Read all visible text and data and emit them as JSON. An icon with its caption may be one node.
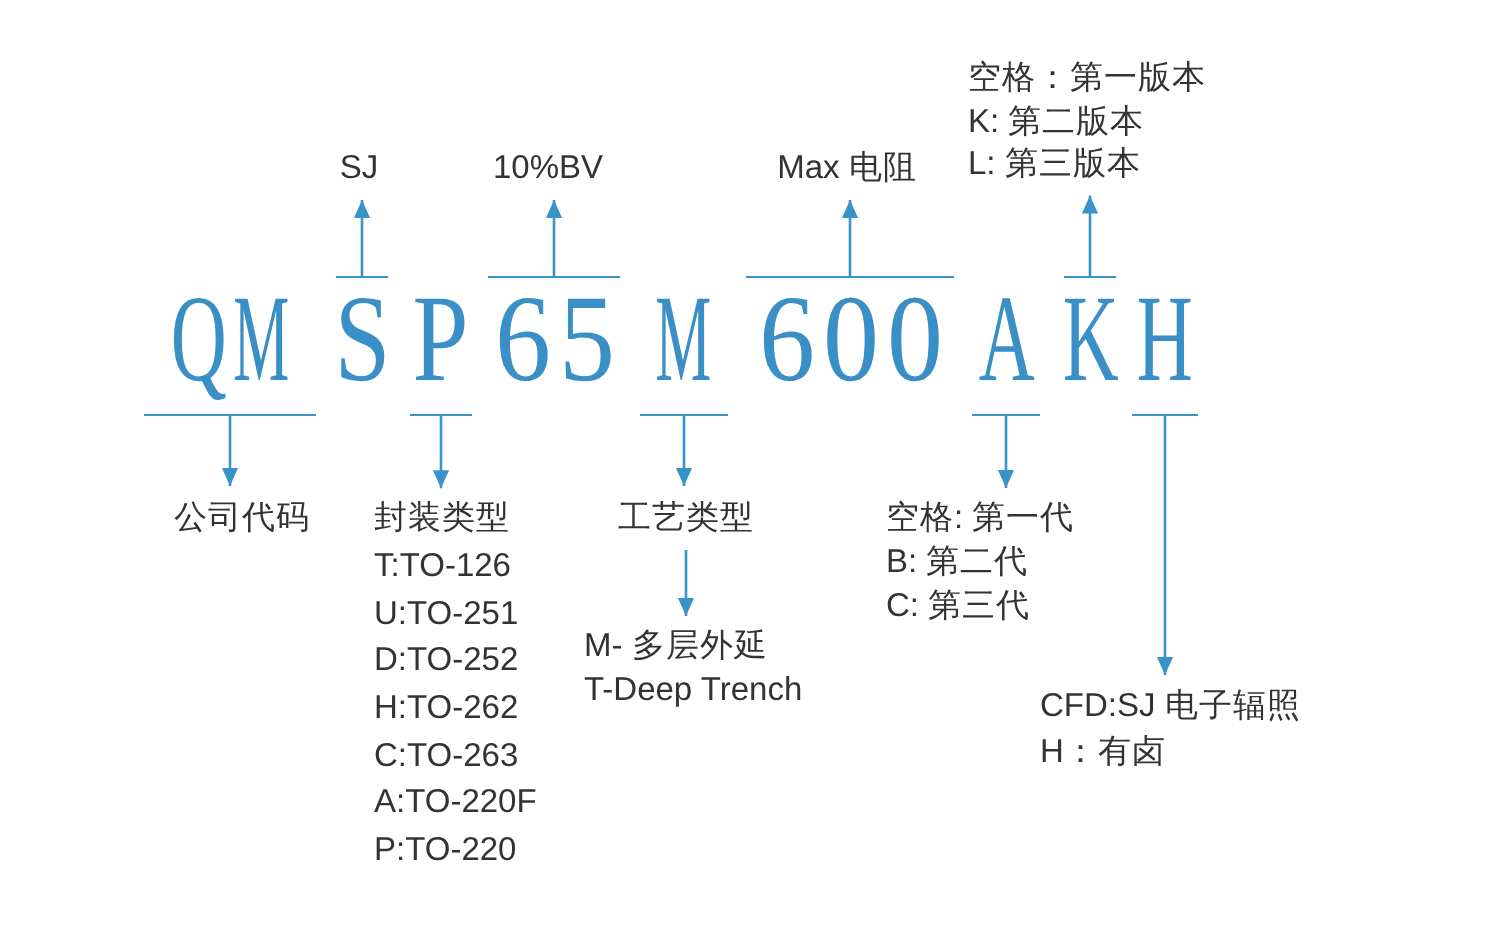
{
  "diagram": {
    "nodes": [
      {
        "text": [
          "空格：第一版本",
          "K: 第二版本",
          "L: 第三版本"
        ]
      },
      {
        "text": [
          "SJ"
        ]
      },
      {
        "text": [
          "10%BV"
        ]
      },
      {
        "text": [
          "Max 电阻"
        ]
      },
      {
        "text": [
          "QM"
        ]
      },
      {
        "text": [
          "S"
        ]
      },
      {
        "text": [
          "P"
        ]
      },
      {
        "text": [
          "65"
        ]
      },
      {
        "text": [
          "M"
        ]
      },
      {
        "text": [
          "600"
        ]
      },
      {
        "text": [
          "A"
        ]
      },
      {
        "text": [
          "K"
        ]
      },
      {
        "text": [
          "H"
        ]
      },
      {
        "text": [
          "公司代码"
        ]
      },
      {
        "text": [
          "封装类型",
          "T:TO-126",
          "U:TO-251",
          "D:TO-252",
          "H:TO-262",
          "C:TO-263",
          "A:TO-220F",
          "P:TO-220"
        ]
      },
      {
        "text": [
          "工艺类型"
        ]
      },
      {
        "text": [
          "空格: 第一代",
          "B: 第二代",
          "C: 第三代"
        ]
      },
      {
        "text": [
          "M- 多层外延",
          "T-Deep Trench"
        ]
      },
      {
        "text": [
          "CFD:SJ 电子辐照",
          "H：有卤"
        ]
      }
    ],
    "edges": [
      {
        "from": 5,
        "to": 1,
        "arrow": "to"
      },
      {
        "from": 7,
        "to": 2,
        "arrow": "to"
      },
      {
        "from": 9,
        "to": 3,
        "arrow": "to"
      },
      {
        "from": 11,
        "to": 0,
        "arrow": "to"
      },
      {
        "from": 4,
        "to": 13,
        "arrow": "to"
      },
      {
        "from": 6,
        "to": 14,
        "arrow": "to"
      },
      {
        "from": 8,
        "to": 15,
        "arrow": "to"
      },
      {
        "from": 10,
        "to": 16,
        "arrow": "to"
      },
      {
        "from": 12,
        "to": 18,
        "arrow": "to"
      },
      {
        "from": 15,
        "to": 17,
        "arrow": "to"
      }
    ]
  }
}
